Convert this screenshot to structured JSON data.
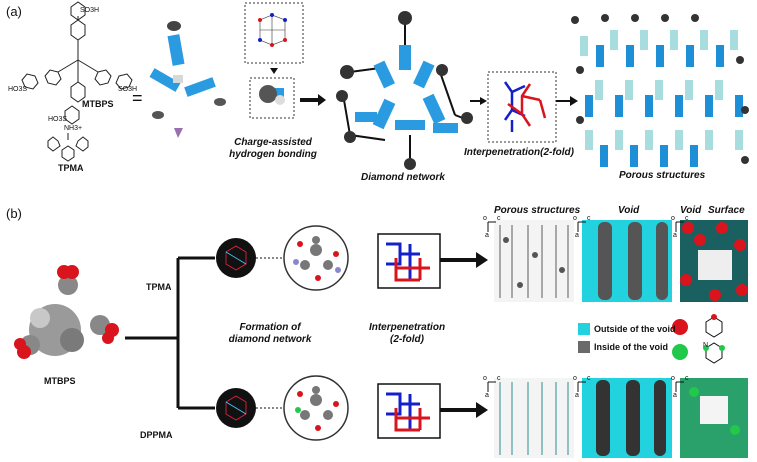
{
  "panel_a": {
    "label": "(a)",
    "mol1": "MTBPS",
    "mol2": "TPMA",
    "sub_so3h": "SO3H",
    "sub_ho3s": "HO3S",
    "sub_nh3": "NH3+",
    "equals": "=",
    "step1": "Charge-assisted hydrogen bonding",
    "step1_line1": "Charge-assisted",
    "step1_line2": "hydrogen bonding",
    "step2": "Diamond network",
    "step3": "Interpenetration(2-fold)",
    "step4": "Porous structures"
  },
  "panel_b": {
    "label": "(b)",
    "core": "MTBPS",
    "top_mol": "TPMA",
    "bottom_mol": "DPPMA",
    "formation_l1": "Formation of",
    "formation_l2": "diamond network",
    "interp_l1": "Interpenetration",
    "interp_l2": "(2-fold)",
    "col_porous": "Porous structures",
    "col_void": "Void",
    "col_void2": "Void",
    "col_surface": "Surface",
    "axis_o": "o",
    "axis_c": "c",
    "axis_a": "a",
    "legend_outside": "Outside of the void",
    "legend_inside": "Inside of the void",
    "legend_n": "N"
  },
  "colors": {
    "blue_rod": "#2a9be0",
    "cyan": "#22d3df",
    "red": "#d9141c",
    "dark_blue": "#1420c8",
    "grey": "#6a6a6a",
    "green": "#22c84a"
  }
}
